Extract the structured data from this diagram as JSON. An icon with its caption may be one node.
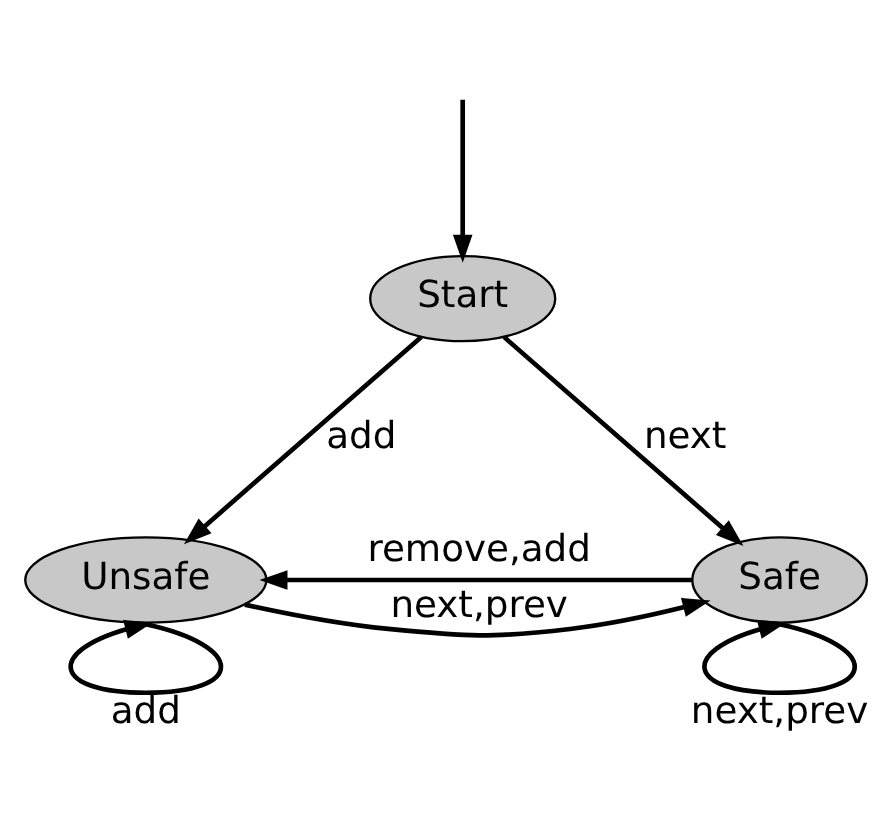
{
  "diagram": {
    "nodes": [
      {
        "text": [
          "Start"
        ]
      },
      {
        "text": [
          "Unsafe"
        ]
      },
      {
        "text": [
          "Safe"
        ]
      }
    ],
    "edges": [
      {
        "from": null,
        "to": 0,
        "arrow": "to"
      },
      {
        "from": 0,
        "to": 1,
        "label": "add",
        "arrow": "to"
      },
      {
        "from": 0,
        "to": 2,
        "label": "next",
        "arrow": "to"
      },
      {
        "from": 1,
        "to": 2,
        "label": "next,prev",
        "arrow": "to"
      },
      {
        "from": 2,
        "to": 1,
        "label": "remove,add",
        "arrow": "to"
      },
      {
        "from": 1,
        "to": 1,
        "label": "add",
        "arrow": "to"
      },
      {
        "from": 2,
        "to": 2,
        "label": "next,prev",
        "arrow": "to"
      }
    ]
  }
}
